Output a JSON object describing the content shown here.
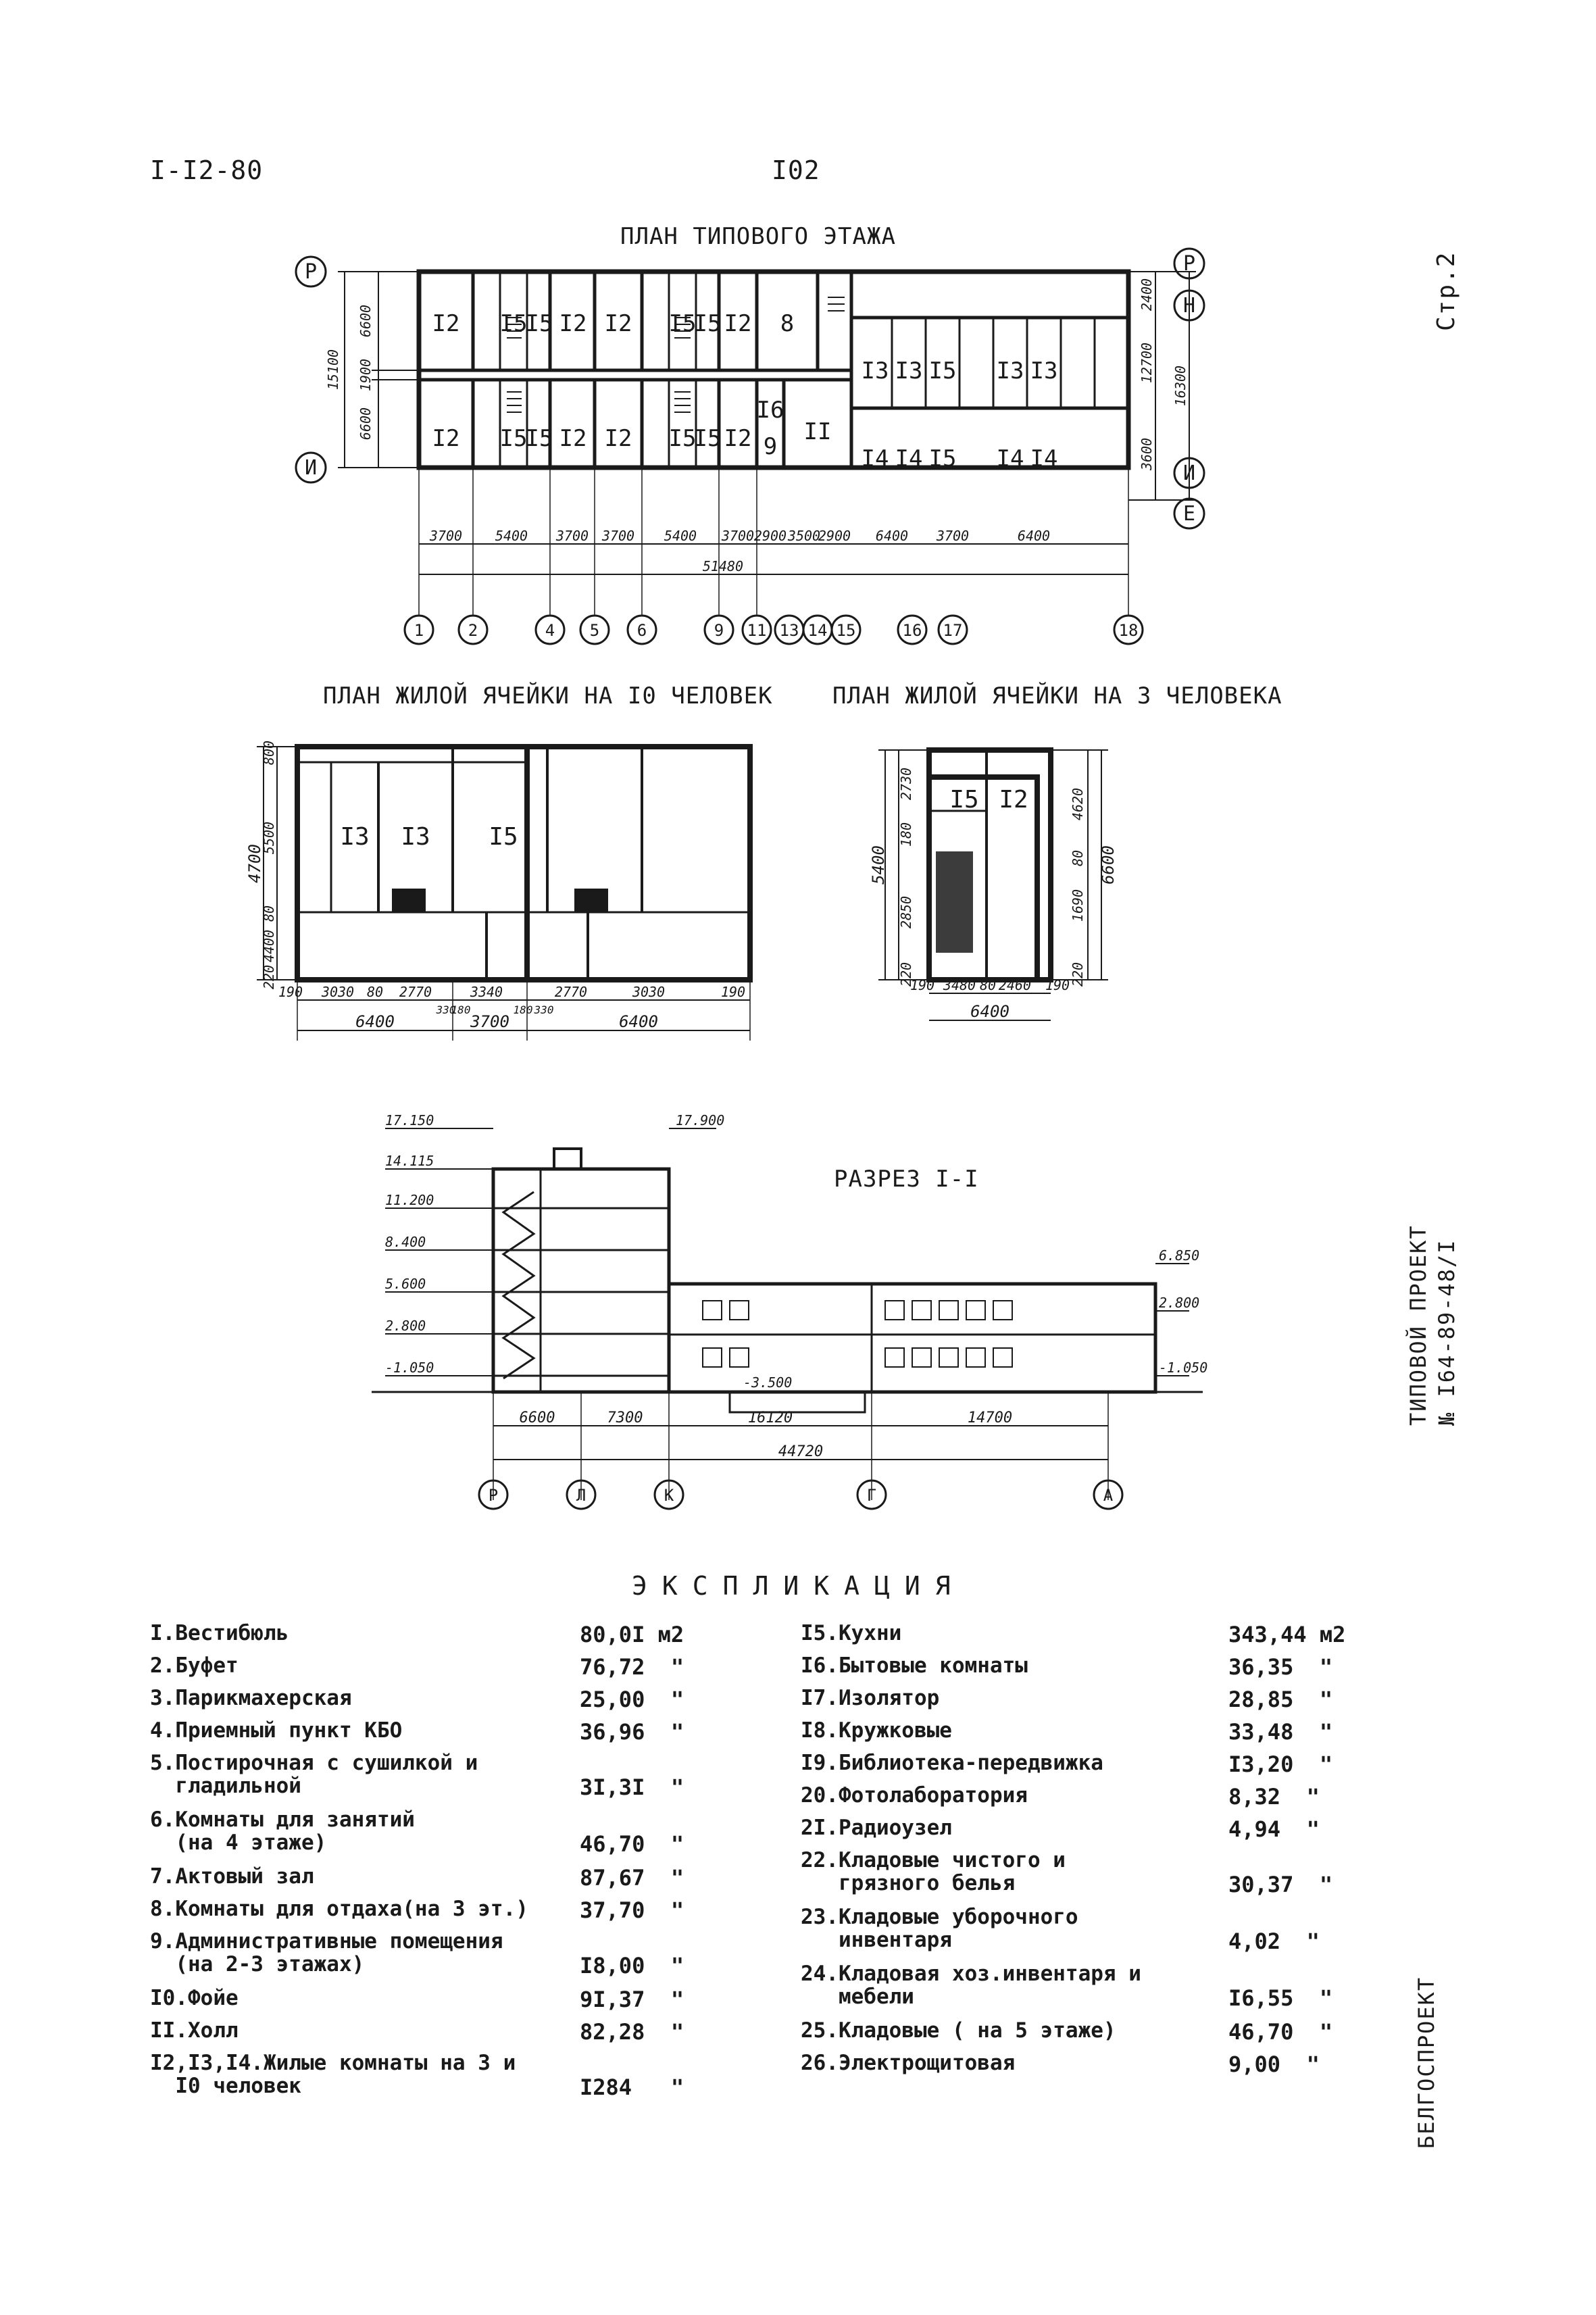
{
  "header": {
    "series": "I-I2-80",
    "page_number": "I02",
    "sheet": "Стр.2"
  },
  "plans": {
    "typical_floor": "ПЛАН ТИПОВОГО ЭТАЖА",
    "cell_10": "ПЛАН ЖИЛОЙ ЯЧЕЙКИ НА I0 ЧЕЛОВЕК",
    "cell_3": "ПЛАН ЖИЛОЙ ЯЧЕЙКИ НА 3 ЧЕЛОВЕКА",
    "section": "РАЗРЕЗ  I-I"
  },
  "floor_plan": {
    "axes": [
      "1",
      "2",
      "4",
      "5",
      "6",
      "9",
      "11",
      "13",
      "14",
      "15",
      "16",
      "17",
      "18"
    ],
    "row_axes": [
      "Р",
      "И",
      "Н",
      "Е"
    ],
    "dims_bottom": [
      "3700",
      "5400",
      "3700",
      "3700",
      "5400",
      "3700",
      "2900",
      "3500",
      "2900",
      "6400",
      "3700",
      "6400"
    ],
    "total": "51480",
    "dims_left": [
      "6600",
      "1900",
      "6600"
    ],
    "dims_left_total": "15100",
    "dims_right": [
      "2400",
      "12700",
      "3600"
    ],
    "dims_right_total": "16300",
    "rooms_top": [
      "I2",
      "I5",
      "I5",
      "I2",
      "I2",
      "I5",
      "I5",
      "I2",
      "8"
    ],
    "rooms_bottom": [
      "I2",
      "I5",
      "I5",
      "I2",
      "I2",
      "I5",
      "I5",
      "I2",
      "I6",
      "9",
      "II"
    ],
    "rooms_right_top": [
      "I3",
      "I3",
      "I5",
      "I3",
      "I3"
    ],
    "rooms_right_bottom": [
      "I4",
      "I4",
      "I5",
      "I4",
      "I4"
    ]
  },
  "cell10": {
    "rooms": [
      "I3",
      "I3",
      "I5"
    ],
    "dims_left": [
      "800",
      "5500",
      "80",
      "4400",
      "220"
    ],
    "dims_left_total": "4700",
    "dims_bottom": [
      "190",
      "3030",
      "80",
      "2770",
      "3340",
      "2770",
      "3030",
      "190"
    ],
    "dims_bottom_small": [
      "330",
      "180",
      "180",
      "330"
    ],
    "dims_total": [
      "6400",
      "3700",
      "6400"
    ]
  },
  "cell3": {
    "rooms": [
      "I5",
      "I2"
    ],
    "dims_left": [
      "2730",
      "180",
      "2850",
      "220"
    ],
    "dims_left_total": "5400",
    "dims_right": [
      "4620",
      "80",
      "1690",
      "220"
    ],
    "dims_right_total": "6600",
    "dims_bottom": [
      "190",
      "3480",
      "80",
      "2460",
      "190"
    ],
    "dims_total": "6400"
  },
  "section": {
    "levels_left": [
      "17.150",
      "14.115",
      "11.200",
      "8.400",
      "5.600",
      "2.800",
      "-1.050"
    ],
    "level_top": "17.900",
    "levels_right": [
      "6.850",
      "2.800",
      "-1.050"
    ],
    "level_pit": "-3.500",
    "dims": [
      "6600",
      "7300",
      "16120",
      "14700"
    ],
    "total": "44720",
    "axes": [
      "Р",
      "Л",
      "К",
      "Г",
      "А"
    ]
  },
  "explication": {
    "title": "ЭКСПЛИКАЦИЯ",
    "left": [
      {
        "name": "I.Вестибюль",
        "value": "80,0I м2"
      },
      {
        "name": "2.Буфет",
        "value": "76,72  \""
      },
      {
        "name": "3.Парикмахерская",
        "value": "25,00  \""
      },
      {
        "name": "4.Приемный пункт КБО",
        "value": "36,96  \""
      },
      {
        "name": "5.Постирочная с сушилкой и\n  гладильной",
        "value": "3I,3I  \""
      },
      {
        "name": "6.Комнаты для занятий\n  (на 4 этаже)",
        "value": "46,70  \""
      },
      {
        "name": "7.Актовый зал",
        "value": "87,67  \""
      },
      {
        "name": "8.Комнаты для отдаха(на 3 эт.)",
        "value": "37,70  \""
      },
      {
        "name": "9.Административные помещения\n  (на 2-3 этажах)",
        "value": "I8,00  \""
      },
      {
        "name": "I0.Фойе",
        "value": "9I,37  \""
      },
      {
        "name": "II.Холл",
        "value": "82,28  \""
      },
      {
        "name": "I2,I3,I4.Жилые комнаты на 3 и\n  I0 человек",
        "value": "I284   \""
      }
    ],
    "right": [
      {
        "name": "I5.Кухни",
        "value": "343,44 м2"
      },
      {
        "name": "I6.Бытовые комнаты",
        "value": "36,35  \""
      },
      {
        "name": "I7.Изолятор",
        "value": "28,85  \""
      },
      {
        "name": "I8.Кружковые",
        "value": "33,48  \""
      },
      {
        "name": "I9.Библиотека-передвижка",
        "value": "I3,20  \""
      },
      {
        "name": "20.Фотолаборатория",
        "value": "8,32  \""
      },
      {
        "name": "2I.Радиоузел",
        "value": "4,94  \""
      },
      {
        "name": "22.Кладовые чистого и\n   грязного белья",
        "value": "30,37  \""
      },
      {
        "name": "23.Кладовые уборочного\n   инвентаря",
        "value": "4,02  \""
      },
      {
        "name": "24.Кладовая хоз.инвентаря и\n   мебели",
        "value": "I6,55  \""
      },
      {
        "name": "25.Кладовые ( на 5 этаже)",
        "value": "46,70  \""
      },
      {
        "name": "26.Электрощитовая",
        "value": "9,00  \""
      }
    ]
  },
  "side": {
    "project": "ТИПОВОЙ ПРОЕКТ",
    "project_no": "№ I64-89-48/I",
    "org": "БЕЛГОСПРОЕКТ"
  }
}
